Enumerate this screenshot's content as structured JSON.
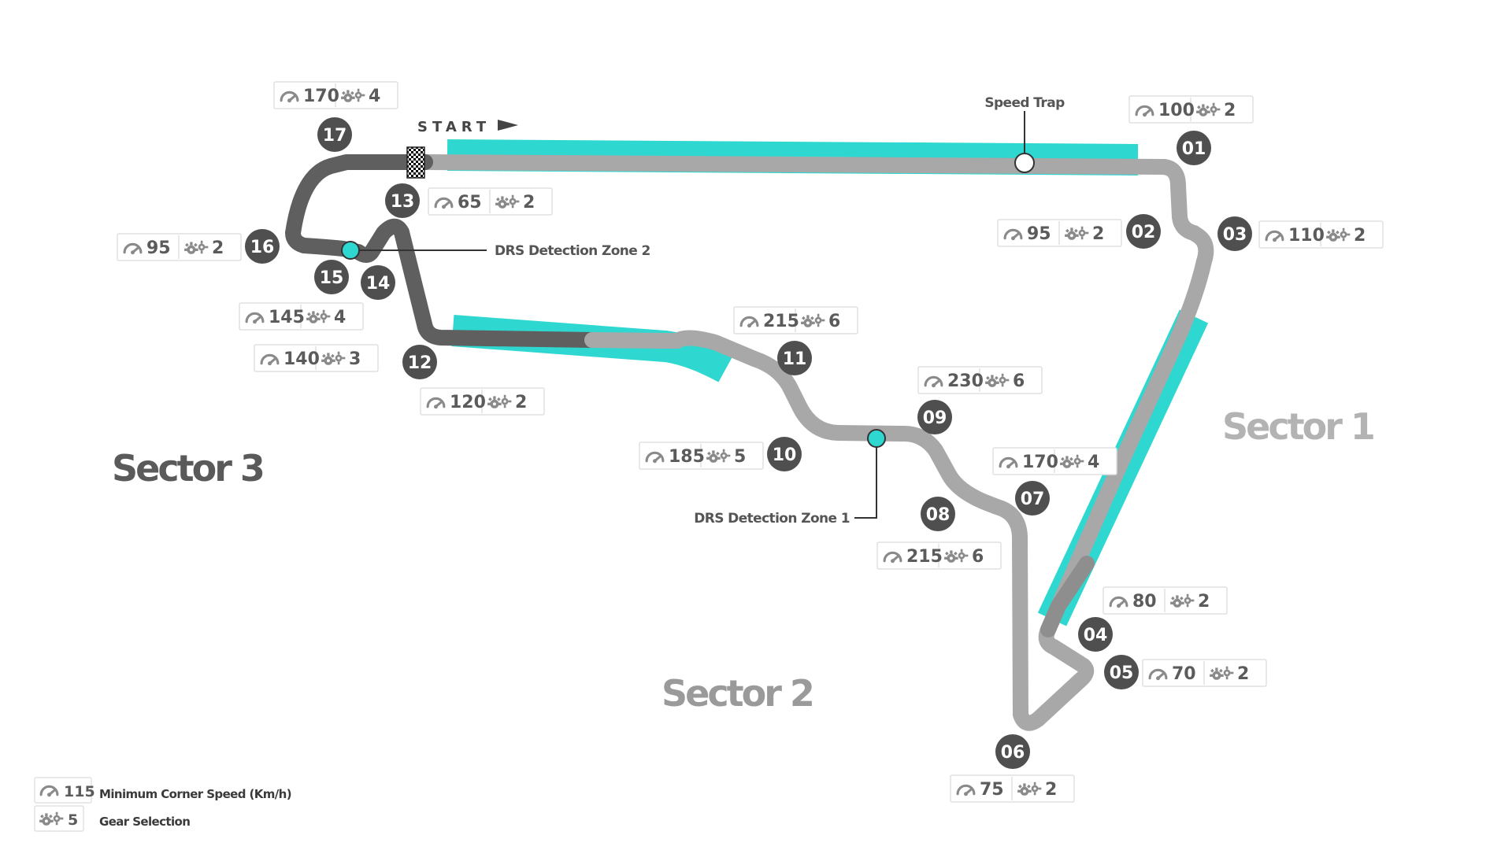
{
  "start_label": "START",
  "sectors": [
    {
      "id": "sector-1",
      "label": "Sector 1"
    },
    {
      "id": "sector-2",
      "label": "Sector 2"
    },
    {
      "id": "sector-3",
      "label": "Sector 3"
    }
  ],
  "annotations": {
    "speed_trap": "Speed Trap",
    "drs_zone_1": "DRS Detection Zone 1",
    "drs_zone_2": "DRS Detection Zone 2"
  },
  "turns": [
    {
      "number": "01",
      "min_speed": "100",
      "gear": "2"
    },
    {
      "number": "02",
      "min_speed": "95",
      "gear": "2"
    },
    {
      "number": "03",
      "min_speed": "110",
      "gear": "2"
    },
    {
      "number": "04",
      "min_speed": "80",
      "gear": "2"
    },
    {
      "number": "05",
      "min_speed": "70",
      "gear": "2"
    },
    {
      "number": "06",
      "min_speed": "75",
      "gear": "2"
    },
    {
      "number": "07",
      "min_speed": "170",
      "gear": "4"
    },
    {
      "number": "08",
      "min_speed": "215",
      "gear": "6"
    },
    {
      "number": "09",
      "min_speed": "230",
      "gear": "6"
    },
    {
      "number": "10",
      "min_speed": "185",
      "gear": "5"
    },
    {
      "number": "11",
      "min_speed": "215",
      "gear": "6"
    },
    {
      "number": "12",
      "min_speed": "120",
      "gear": "2"
    },
    {
      "number": "13",
      "min_speed": "65",
      "gear": "2"
    },
    {
      "number": "14",
      "min_speed": "140",
      "gear": "3"
    },
    {
      "number": "15",
      "min_speed": "145",
      "gear": "4"
    },
    {
      "number": "16",
      "min_speed": "95",
      "gear": "2"
    },
    {
      "number": "17",
      "min_speed": "170",
      "gear": "4"
    }
  ],
  "legend": {
    "speed_example": "115",
    "speed_label": "Minimum Corner Speed (Km/h)",
    "gear_example": "5",
    "gear_label": "Gear Selection"
  },
  "colors": {
    "track_sector_1": "#a6a6a6",
    "track_sector_2": "#a6a6a6",
    "track_sector_3": "#616161",
    "drs_zone": "#2ed8d0",
    "turn_marker": "#4f4f4f",
    "sector_1_label": "#b3b3b3",
    "sector_2_label": "#9a9a9a",
    "sector_3_label": "#5a5a5a"
  }
}
